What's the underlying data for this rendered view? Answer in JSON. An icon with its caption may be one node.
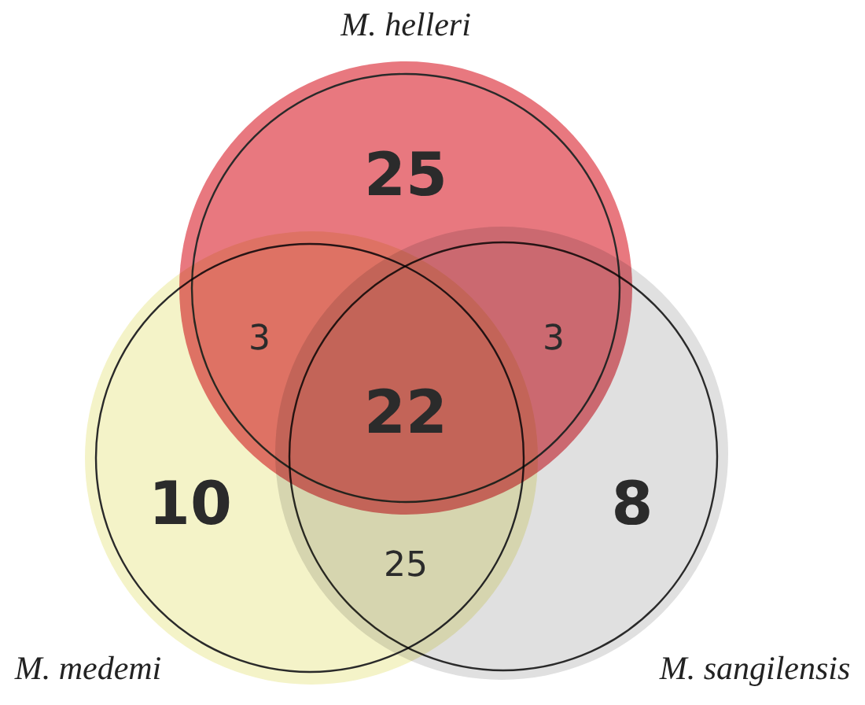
{
  "diagram": {
    "nodes": [
      {
        "text": [
          "M. helleri"
        ]
      },
      {
        "text": [
          "M. medemi"
        ]
      },
      {
        "text": [
          "M. sangilensis"
        ]
      }
    ],
    "labels": [
      "25",
      "3",
      "3",
      "22",
      "10",
      "8",
      "25"
    ]
  }
}
